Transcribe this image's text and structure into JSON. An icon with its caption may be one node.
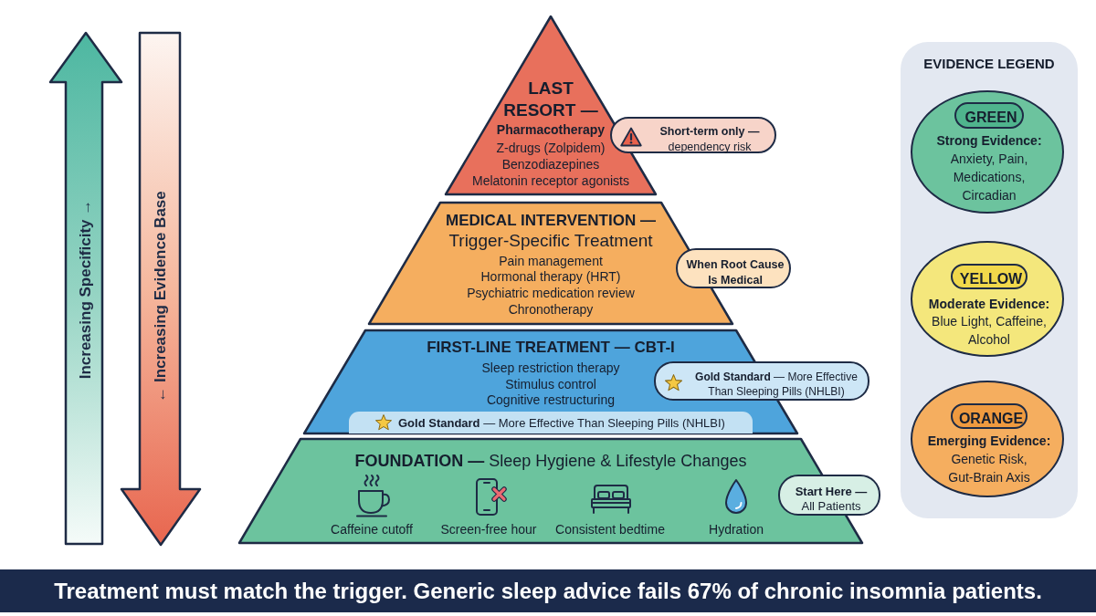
{
  "diagram": {
    "caption": "Treatment must match the trigger. Generic sleep advice fails 67% of chronic insomnia patients.",
    "nodes": [
      {
        "text": [
          "LAST RESORT —",
          "Pharmacotherapy",
          "Z-drugs (Zolpidem)",
          "Benzodiazepines",
          "Melatonin receptor agonists"
        ]
      },
      {
        "text": [
          "**Short-term only —** dependency risk"
        ]
      },
      {
        "text": [
          "MEDICAL INTERVENTION —",
          "Trigger-Specific Treatment",
          "Pain management",
          "Hormonal therapy (HRT)",
          "Psychiatric medication review",
          "Chronotherapy"
        ]
      },
      {
        "text": [
          "When Root Cause Is Medical"
        ]
      },
      {
        "text": [
          "FIRST-LINE TREATMENT — CBT-I",
          "Sleep restriction therapy",
          "Stimulus control",
          "Cognitive restructuring"
        ]
      },
      {
        "text": [
          "**Gold Standard** — More Effective Than Sleeping Pills (NHLBI)"
        ],
        "in": 4
      },
      {
        "text": [
          "**Gold Standard** — More Effective Than Sleeping Pills (NHLBI)"
        ]
      },
      {
        "text": [
          "**FOUNDATION —** Sleep Hygiene & Lifestyle Changes",
          "Caffeine cutoff",
          "Screen-free hour",
          "Consistent bedtime",
          "Hydration"
        ]
      },
      {
        "text": [
          "**Start Here —** All Patients"
        ]
      },
      {
        "text": [
          "EVIDENCE LEGEND"
        ]
      },
      {
        "text": [
          "Strong Evidence:",
          "Anxiety, Pain, Medications, Circadian"
        ],
        "in": 9
      },
      {
        "text": [
          "GREEN"
        ],
        "in": 10
      },
      {
        "text": [
          "Moderate Evidence:",
          "Blue Light, Caffeine, Alcohol"
        ],
        "in": 9
      },
      {
        "text": [
          "YELLOW"
        ],
        "in": 12
      },
      {
        "text": [
          "Emerging Evidence:",
          "Genetic Risk, Gut-Brain Axis"
        ],
        "in": 9
      },
      {
        "text": [
          "ORANGE"
        ],
        "in": 14
      }
    ],
    "labels": [
      "Increasing Specificity →",
      "← Increasing Evidence Base"
    ]
  }
}
